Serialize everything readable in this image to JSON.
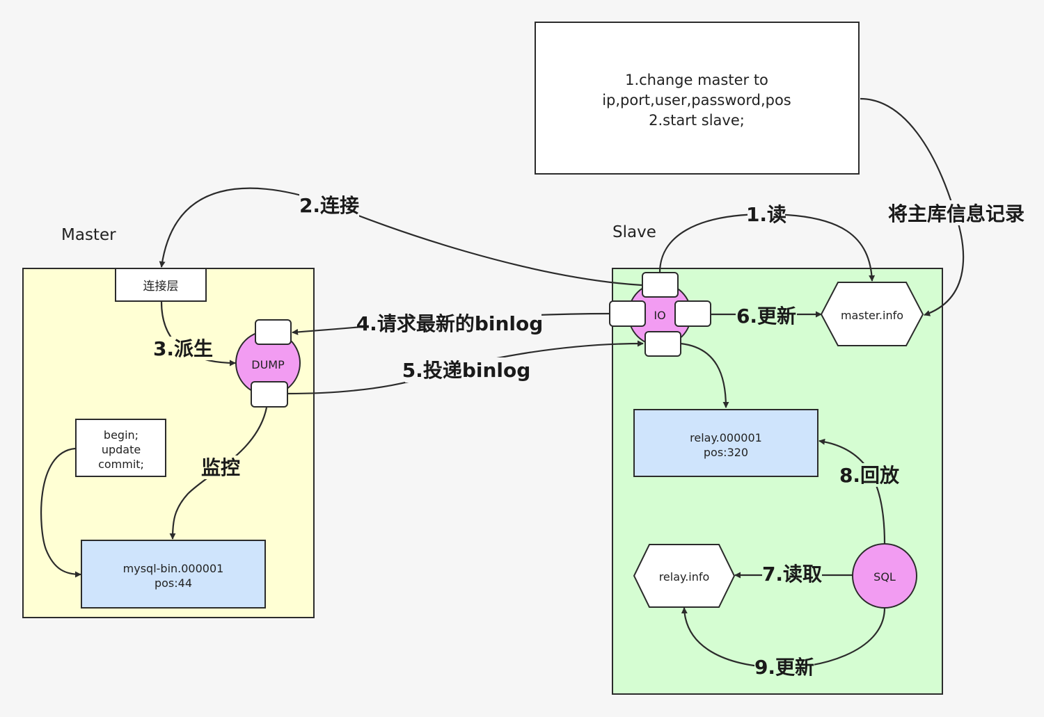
{
  "sections": {
    "master_title": "Master",
    "slave_title": "Slave"
  },
  "colors": {
    "master_bg": "#ffffd4",
    "slave_bg": "#d5fdd2",
    "file_box": "#cfe4fc",
    "thread_fill": "#f29cf2",
    "stroke": "#2b2b2b"
  },
  "command_box": {
    "line1": "1.change master to",
    "line2": "ip,port,user,password,pos",
    "line3": "2.start slave;"
  },
  "master": {
    "connection_layer": "连接层",
    "dump_thread": "DUMP",
    "transaction": {
      "line1": "begin;",
      "line2": "update",
      "line3": "commit;"
    },
    "binlog_file": {
      "line1": "mysql-bin.000001",
      "line2": "pos:44"
    }
  },
  "slave": {
    "io_thread": "IO",
    "master_info": "master.info",
    "relay_log": {
      "line1": "relay.000001",
      "line2": "pos:320"
    },
    "relay_info": "relay.info",
    "sql_thread": "SQL"
  },
  "edges": {
    "record_master_info": "将主库信息记录",
    "read": "1.读",
    "connect": "2.连接",
    "spawn": "3.派生",
    "request_binlog": "4.请求最新的binlog",
    "deliver_binlog": "5.投递binlog",
    "update_master_info": "6.更新",
    "read_relay_info": "7.读取",
    "replay": "8.回放",
    "update_relay_info": "9.更新",
    "monitor": "监控"
  }
}
